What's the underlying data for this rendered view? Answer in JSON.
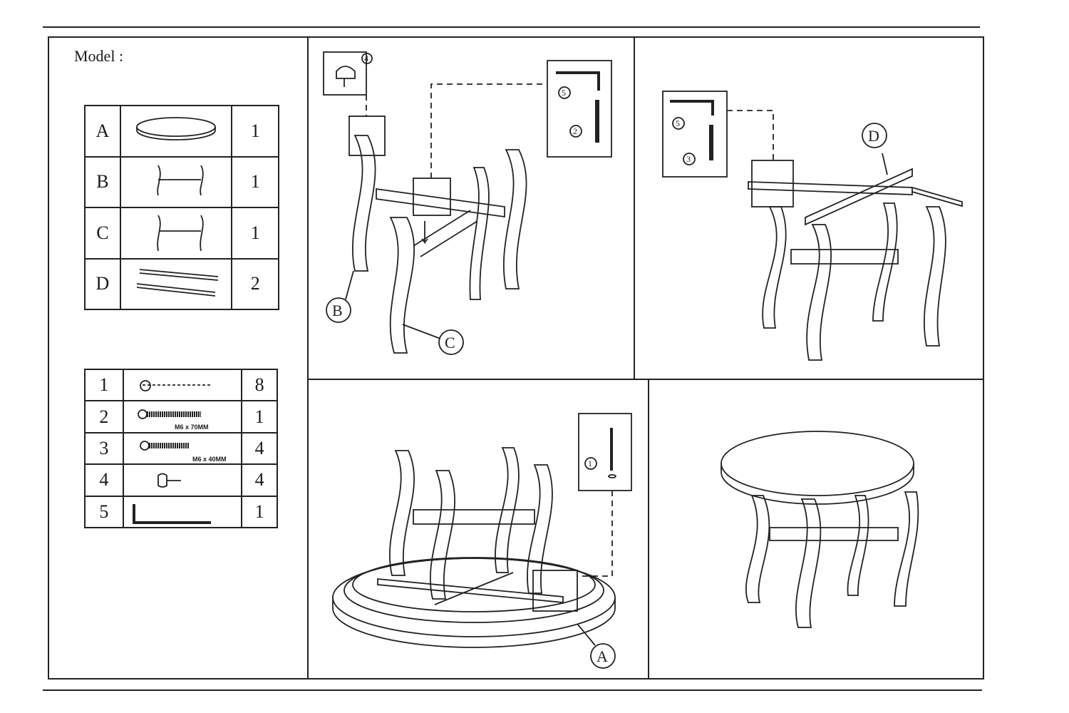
{
  "model_label": "Model :",
  "parts": [
    {
      "letter": "A",
      "name": "table-top",
      "qty": "1"
    },
    {
      "letter": "B",
      "name": "leg-frame-b",
      "qty": "1"
    },
    {
      "letter": "C",
      "name": "leg-frame-c",
      "qty": "1"
    },
    {
      "letter": "D",
      "name": "cross-bar",
      "qty": "2"
    }
  ],
  "hardware": [
    {
      "number": "1",
      "name": "wood-screw",
      "size": "",
      "qty": "8"
    },
    {
      "number": "2",
      "name": "bolt",
      "size": "M6 x 70MM",
      "qty": "1"
    },
    {
      "number": "3",
      "name": "bolt",
      "size": "M6 x 40MM",
      "qty": "4"
    },
    {
      "number": "4",
      "name": "leveler",
      "size": "",
      "qty": "4"
    },
    {
      "number": "5",
      "name": "allen-key",
      "size": "",
      "qty": "1"
    }
  ],
  "callouts": {
    "step1": {
      "hw4": "4",
      "hw5": "5",
      "hw2": "2",
      "partB": "B",
      "partC": "C"
    },
    "step2": {
      "hw5": "5",
      "hw3": "3",
      "partD": "D"
    },
    "step3": {
      "hw1": "1",
      "partA": "A"
    }
  }
}
